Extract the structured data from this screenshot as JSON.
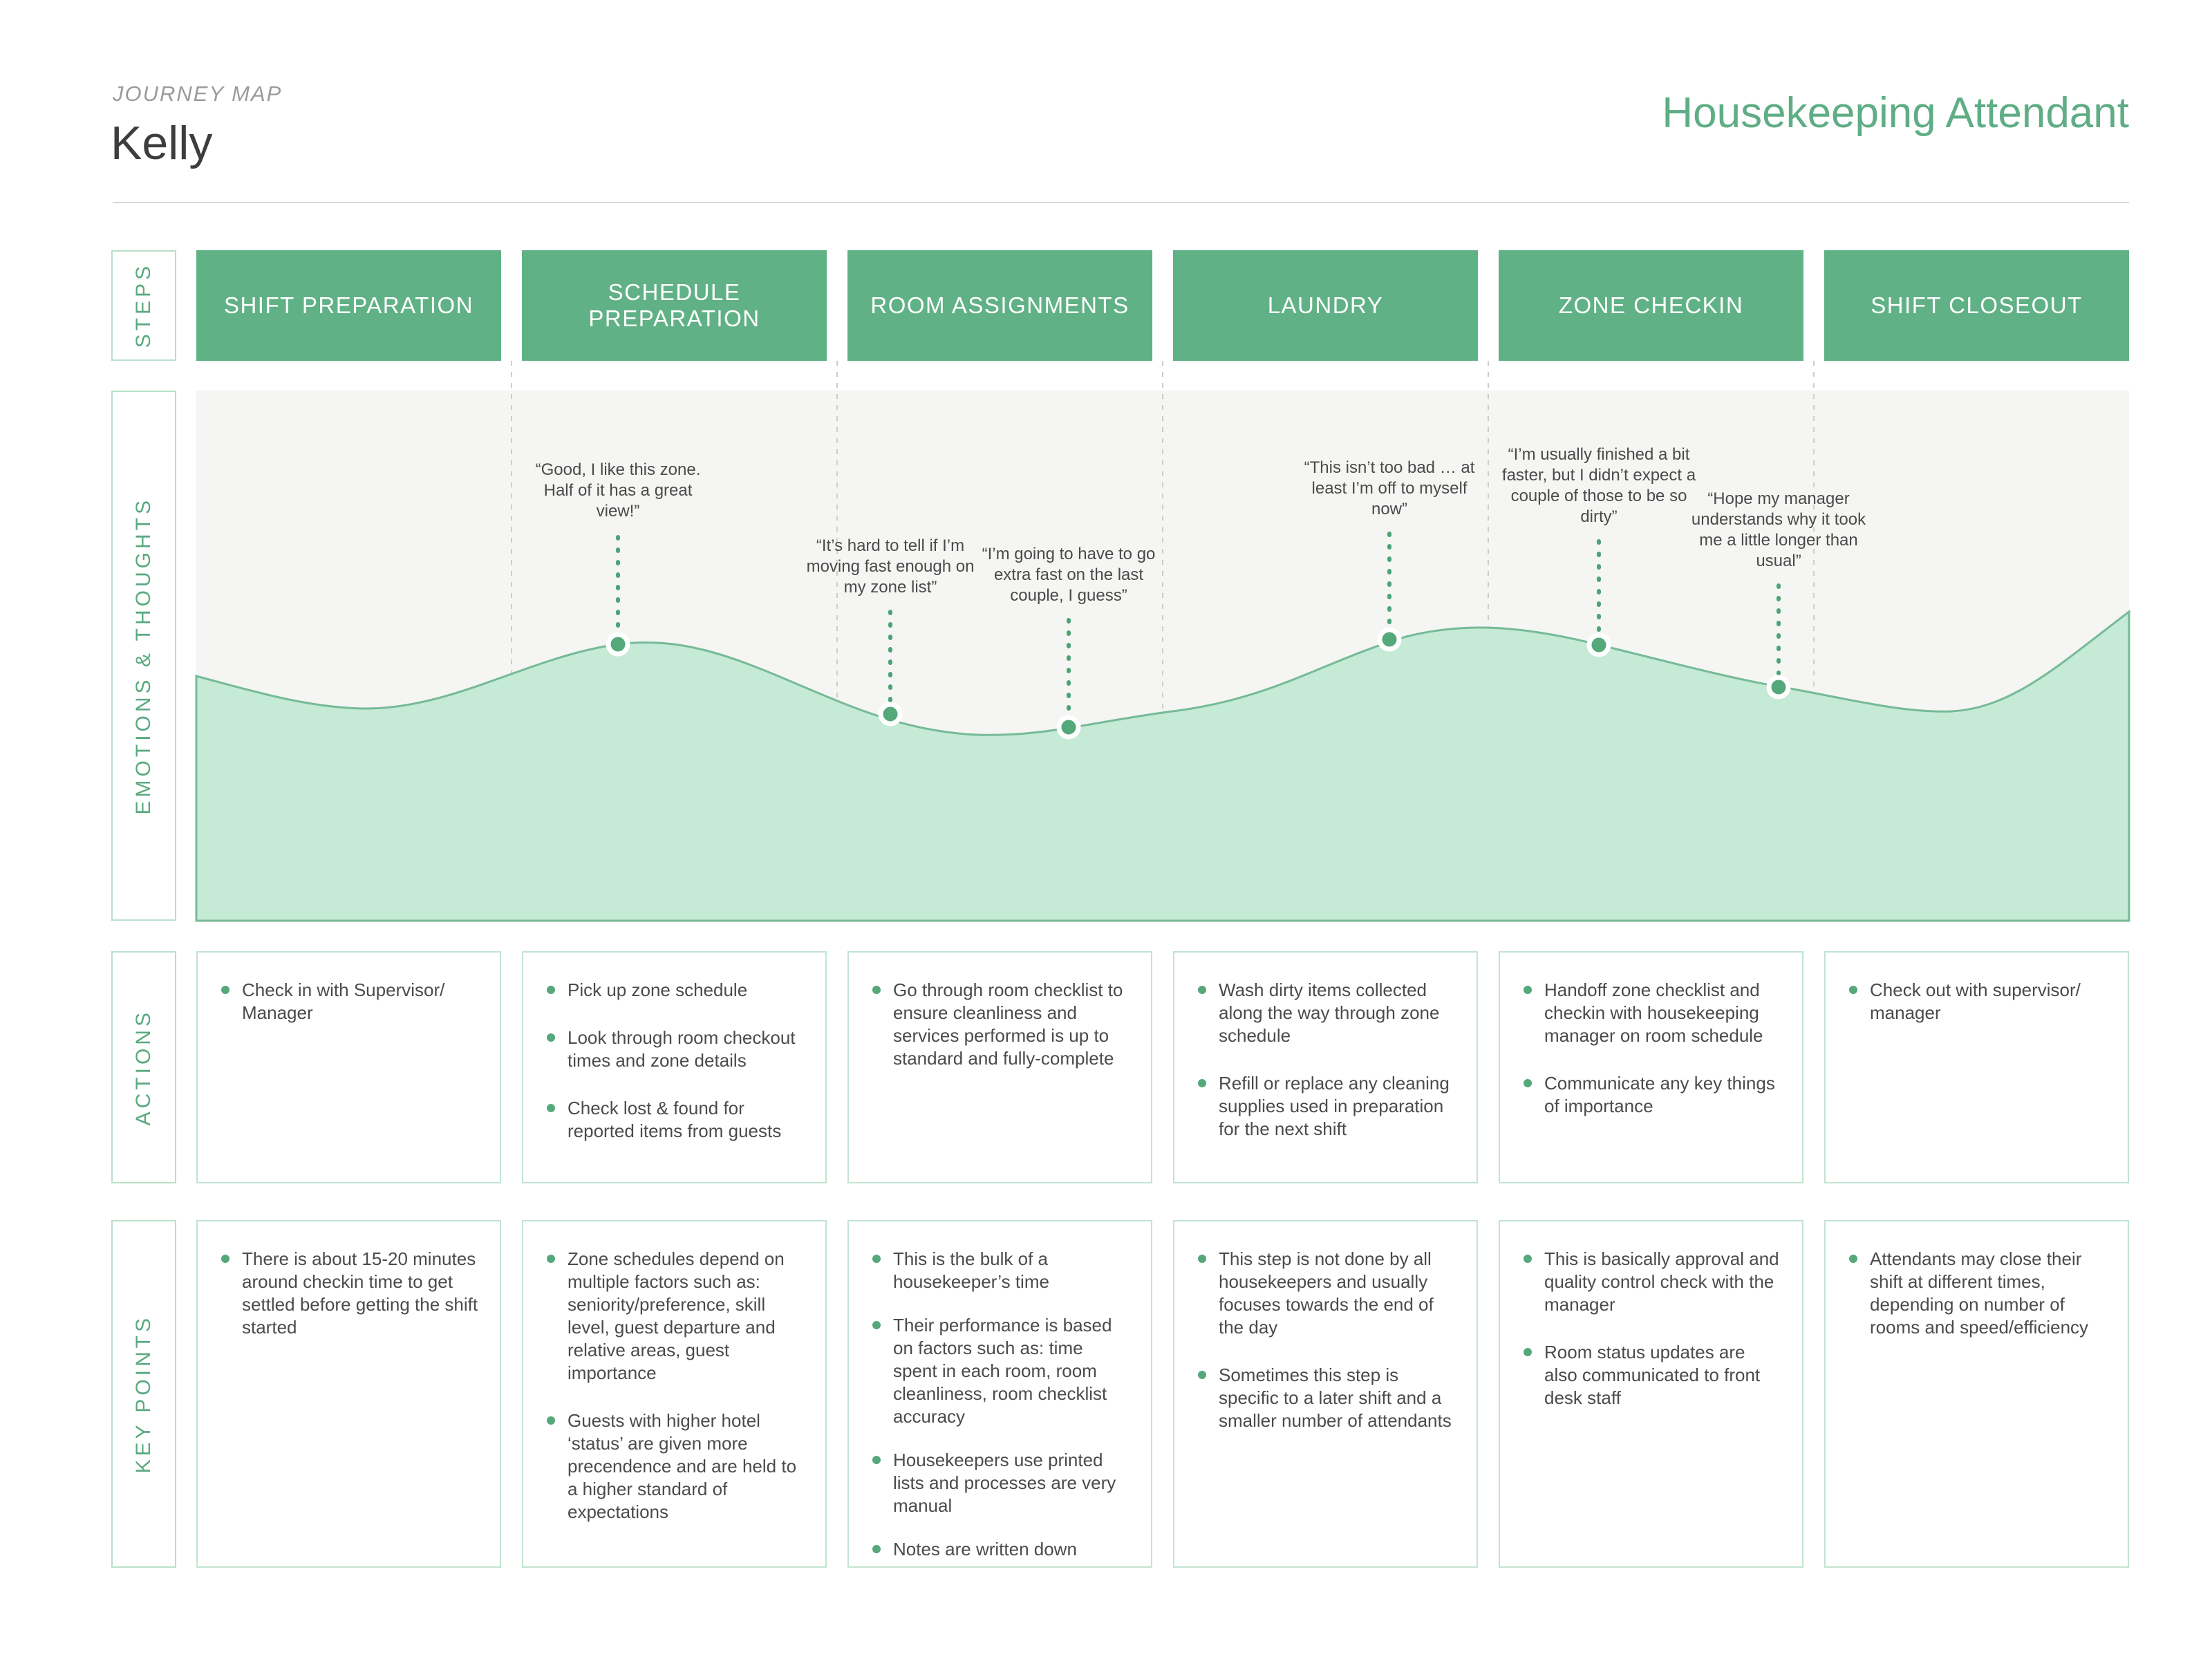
{
  "header": {
    "eyebrow": "JOURNEY MAP",
    "persona_name": "Kelly",
    "role_title": "Housekeeping Attendant"
  },
  "row_labels": {
    "steps": "STEPS",
    "emotions": "EMOTIONS & THOUGHTS",
    "actions": "ACTIONS",
    "key_points": "KEY POINTS"
  },
  "steps": [
    "SHIFT PREPARATION",
    "SCHEDULE PREPARATION",
    "ROOM ASSIGNMENTS",
    "LAUNDRY",
    "ZONE CHECKIN",
    "SHIFT CLOSEOUT"
  ],
  "emotions": {
    "quotes": [
      {
        "text": "“Good, I like this zone. Half of it has a great view!”"
      },
      {
        "text": "“It’s hard to tell if I’m moving fast enough on my zone list”"
      },
      {
        "text": "“I’m going to have to go extra fast on the last couple, I guess”"
      },
      {
        "text": "“This isn’t too bad … at least I’m off to myself now”"
      },
      {
        "text": "“I’m usually finished a bit faster, but I didn’t expect a couple of those to be so dirty”"
      },
      {
        "text": "“Hope my manager understands why it took me a little longer than usual”"
      }
    ]
  },
  "actions": {
    "cols": [
      {
        "items": [
          "Check in with Supervisor/ Manager"
        ]
      },
      {
        "items": [
          "Pick up zone schedule",
          "Look through room checkout times and zone details",
          "Check lost & found for reported items from guests"
        ]
      },
      {
        "items": [
          "Go through room checklist to ensure cleanliness and services performed is up to standard and fully-complete"
        ]
      },
      {
        "items": [
          "Wash dirty items collected along the way through zone schedule",
          "Refill or replace any cleaning supplies used in preparation for the next shift"
        ]
      },
      {
        "items": [
          "Handoff zone checklist and checkin with housekeeping manager on room schedule",
          "Communicate any key things of importance"
        ]
      },
      {
        "items": [
          "Check out with supervisor/ manager"
        ]
      }
    ]
  },
  "key_points": {
    "cols": [
      {
        "items": [
          "There is about 15-20 minutes around checkin time to get settled before getting the shift started"
        ]
      },
      {
        "items": [
          "Zone schedules depend on multiple factors such as: seniority/preference, skill level, guest departure and relative areas, guest importance",
          "Guests with higher hotel ‘status’ are given more precendence and are held to a higher standard of expectations"
        ]
      },
      {
        "items": [
          "This is the bulk of a housekeeper’s time",
          "Their performance is based on factors such as: time spent in each room, room cleanliness, room checklist accuracy",
          "Housekeepers use printed lists and processes are very manual",
          "Notes are written down"
        ]
      },
      {
        "items": [
          "This step is not done by all housekeepers and usually focuses towards the end of the day",
          "Sometimes this step is specific to a later shift and a smaller number of attendants"
        ]
      },
      {
        "items": [
          "This is basically approval and quality control check with the manager",
          "Room status updates are also communicated to front desk staff"
        ]
      },
      {
        "items": [
          "Attendants may close their shift at different times, depending on number of rooms and speed/efficiency"
        ]
      }
    ]
  },
  "colors": {
    "accent_green": "#61b187",
    "title_green": "#5fad85",
    "label_green": "#5aa97f",
    "dot_green": "#55a87a",
    "curve_fill": "#c5ead6",
    "curve_stroke": "#76ba97",
    "emotions_bg": "#f5f5f3",
    "text_gray": "#4b4b4b",
    "box_border_green": "#c2e4d0"
  }
}
